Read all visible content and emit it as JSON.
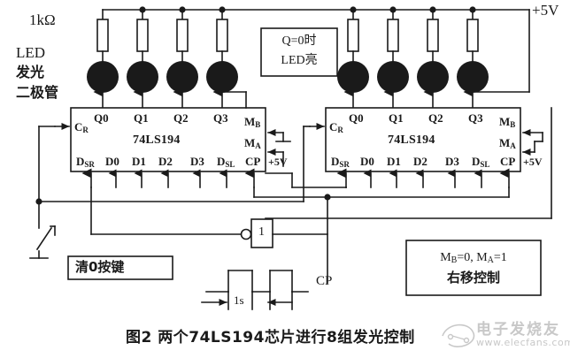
{
  "figure": {
    "caption": "图2 两个74LS194芯片进行8组发光控制",
    "power_label": "+5V",
    "resistor_label": "1kΩ"
  },
  "left_labels": {
    "led": "LED",
    "line2": "发光",
    "line3": "二极管"
  },
  "notes": {
    "led_note_line1": "Q=0时",
    "led_note_line2": "LED亮",
    "mode_note_line1_a": "M",
    "mode_note_line1_a_sub": "B",
    "mode_note_line1_b": "=0,",
    "mode_note_line1_c": "M",
    "mode_note_line1_c_sub": "A",
    "mode_note_line1_d": "=1",
    "mode_note_line2": "右移控制"
  },
  "chips": [
    {
      "name": "74LS194",
      "id": "chip-left",
      "clear_pin": "C",
      "clear_pin_sub": "R",
      "outputs": [
        "Q0",
        "Q1",
        "Q2",
        "Q3"
      ],
      "mode_pins": [
        {
          "label": "M",
          "sub": "B"
        },
        {
          "label": "M",
          "sub": "A"
        }
      ],
      "inputs": [
        {
          "label": "D",
          "sub": "SR"
        },
        {
          "label": "D0",
          "sub": ""
        },
        {
          "label": "D1",
          "sub": ""
        },
        {
          "label": "D2",
          "sub": ""
        },
        {
          "label": "D3",
          "sub": ""
        },
        {
          "label": "D",
          "sub": "SL"
        },
        {
          "label": "CP",
          "sub": ""
        }
      ],
      "vcc_label": "+5V"
    },
    {
      "name": "74LS194",
      "id": "chip-right",
      "clear_pin": "C",
      "clear_pin_sub": "R",
      "outputs": [
        "Q0",
        "Q1",
        "Q2",
        "Q3"
      ],
      "mode_pins": [
        {
          "label": "M",
          "sub": "B"
        },
        {
          "label": "M",
          "sub": "A"
        }
      ],
      "inputs": [
        {
          "label": "D",
          "sub": "SR"
        },
        {
          "label": "D0",
          "sub": ""
        },
        {
          "label": "D1",
          "sub": ""
        },
        {
          "label": "D2",
          "sub": ""
        },
        {
          "label": "D3",
          "sub": ""
        },
        {
          "label": "D",
          "sub": "SL"
        },
        {
          "label": "CP",
          "sub": ""
        }
      ],
      "vcc_label": "+5V"
    }
  ],
  "switch": {
    "label": "清0按键"
  },
  "inverter": {
    "label": "1"
  },
  "clock": {
    "signal_label": "CP",
    "period_label": "1s"
  },
  "watermark": {
    "brand": "电子发烧友",
    "url": "www.elecfans.com"
  },
  "colors": {
    "line": "#1a1a1a",
    "led_fill": "#1a1a1a",
    "background": "#ffffff",
    "watermark": "#c8c8c8"
  }
}
